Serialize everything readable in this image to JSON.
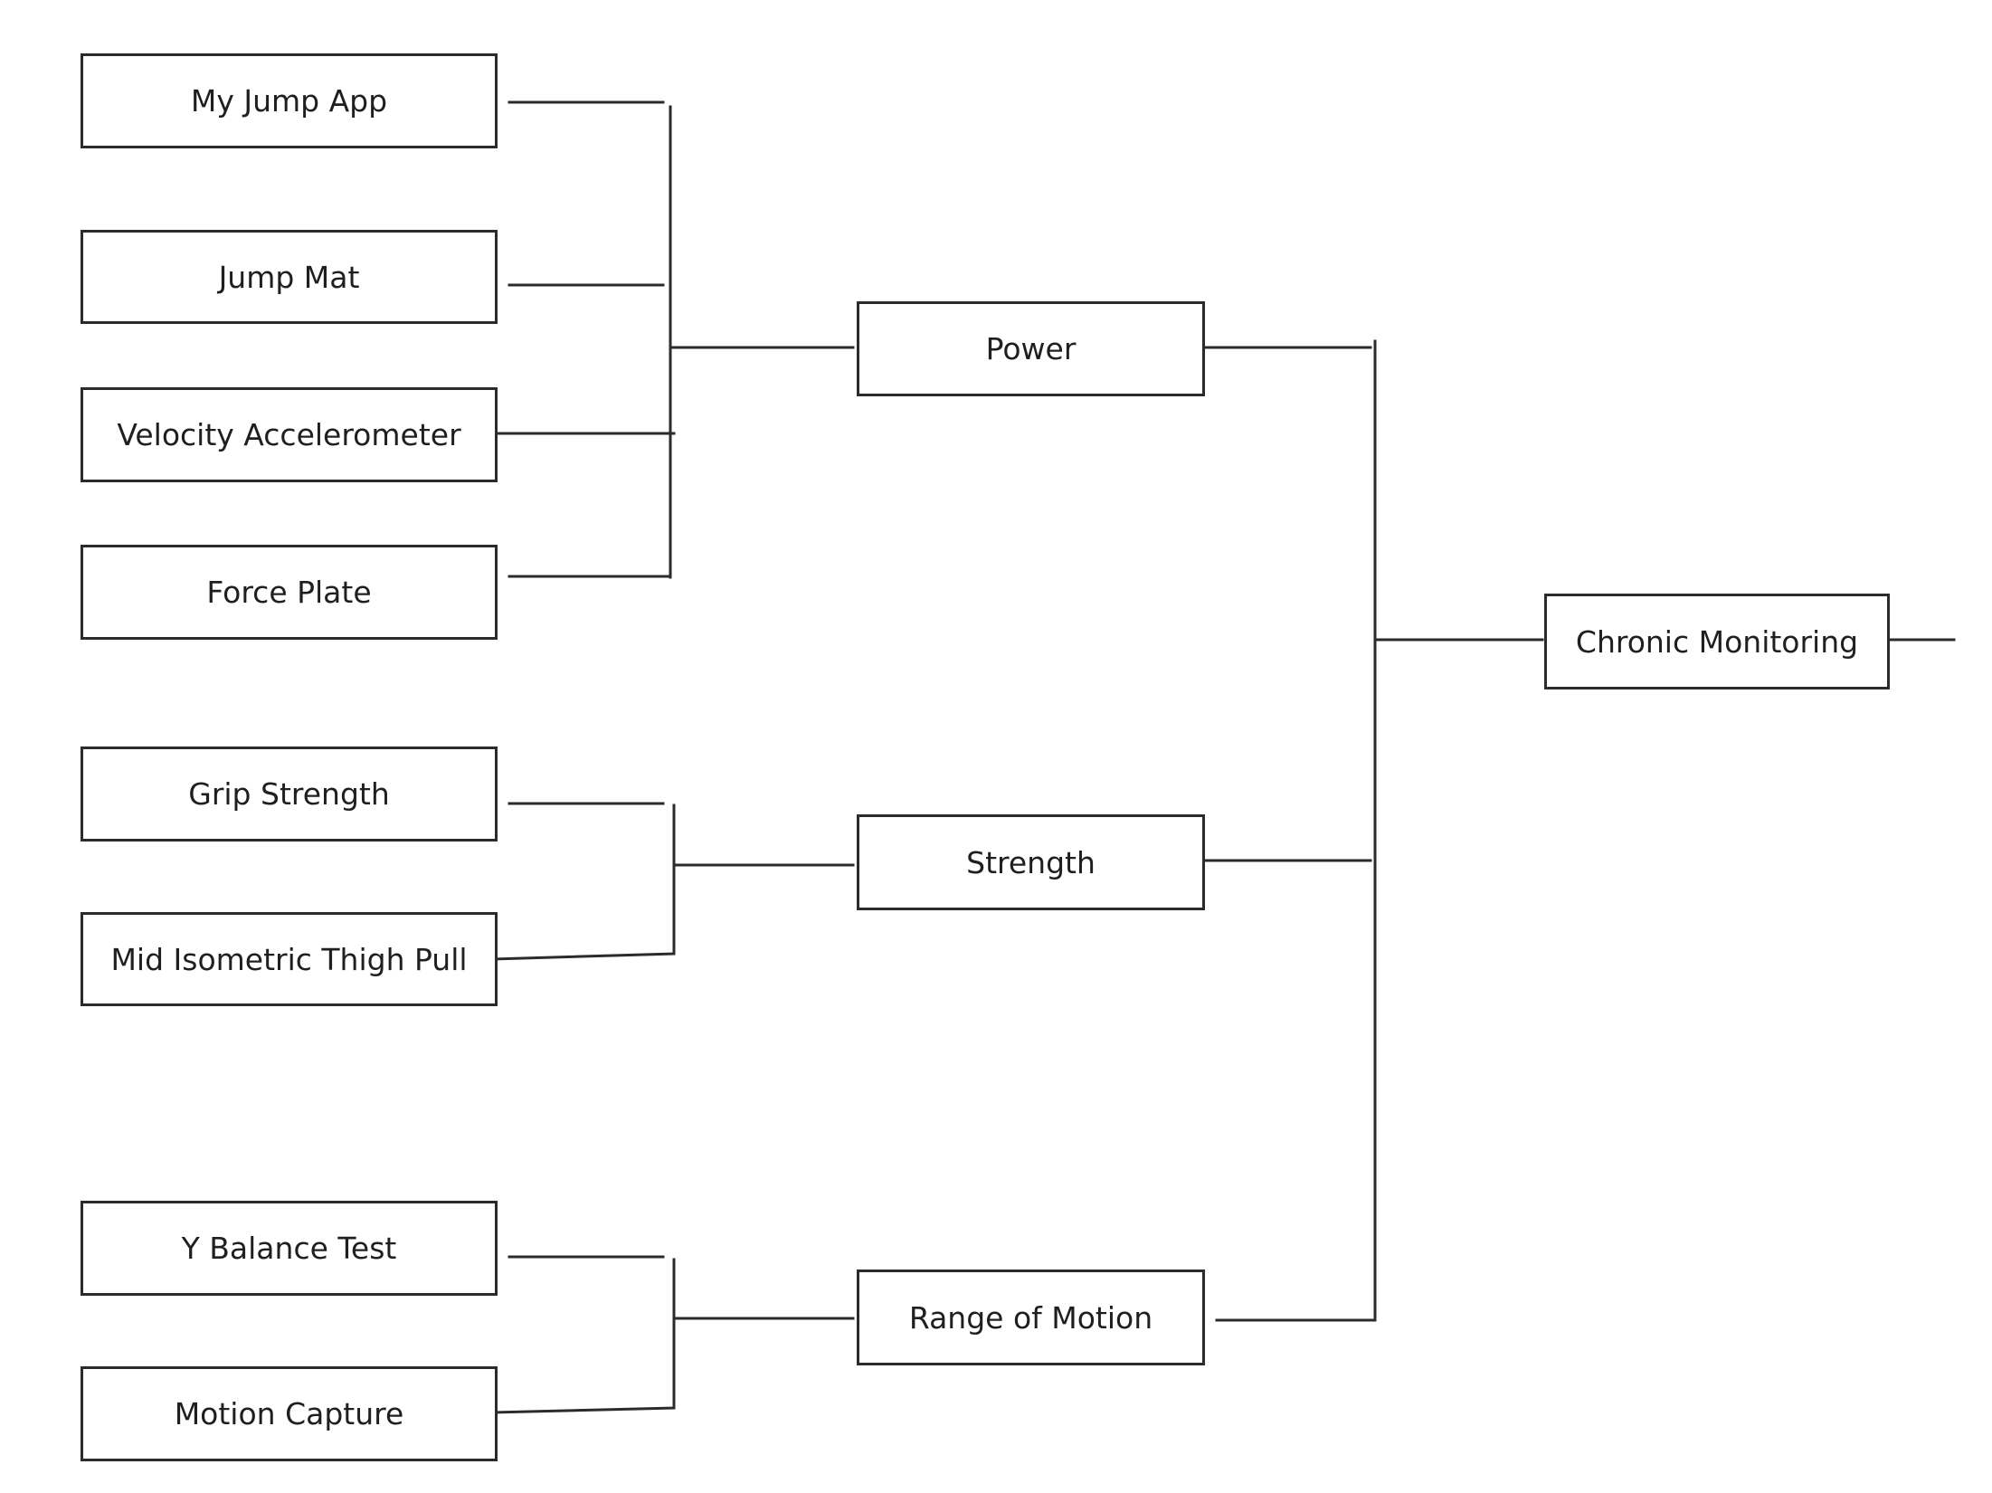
{
  "diagram": {
    "root": {
      "label": "Chronic Monitoring"
    },
    "categories": [
      {
        "label": "Power",
        "tests": [
          "My Jump App",
          "Jump Mat",
          "Velocity Accelerometer",
          "Force Plate"
        ]
      },
      {
        "label": "Strength",
        "tests": [
          "Grip Strength",
          "Mid Isometric Thigh Pull"
        ]
      },
      {
        "label": "Range of Motion",
        "tests": [
          "Y Balance Test",
          "Motion Capture"
        ]
      }
    ],
    "colors": {
      "stroke": "#2b2b2b",
      "text": "#1f1f1f",
      "background": "#ffffff"
    }
  }
}
